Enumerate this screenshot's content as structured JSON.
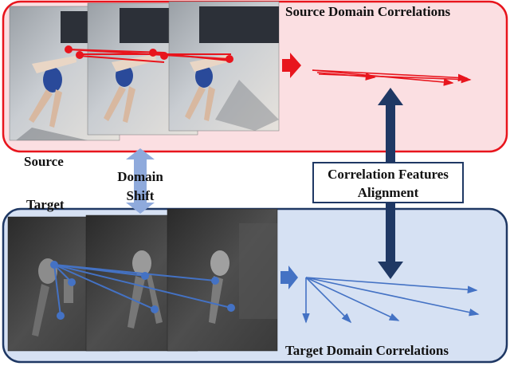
{
  "source_title": "Source Domain Correlations",
  "target_title": "Target Domain Correlations",
  "source_label": "Source",
  "target_label": "Target",
  "domain_shift": [
    "Domain",
    "Shift"
  ],
  "alignment": [
    "Correlation Features",
    "Alignment"
  ],
  "colors": {
    "source_panel_fill": "#fbdfe2",
    "source_panel_border": "#e8151d",
    "target_panel_fill": "#d6e1f3",
    "target_panel_border": "#1f3864",
    "source_arrow": "#e8151d",
    "target_arrow": "#4472c4",
    "shift_arrow": "#8faadc",
    "align_arrow": "#1f3864"
  }
}
